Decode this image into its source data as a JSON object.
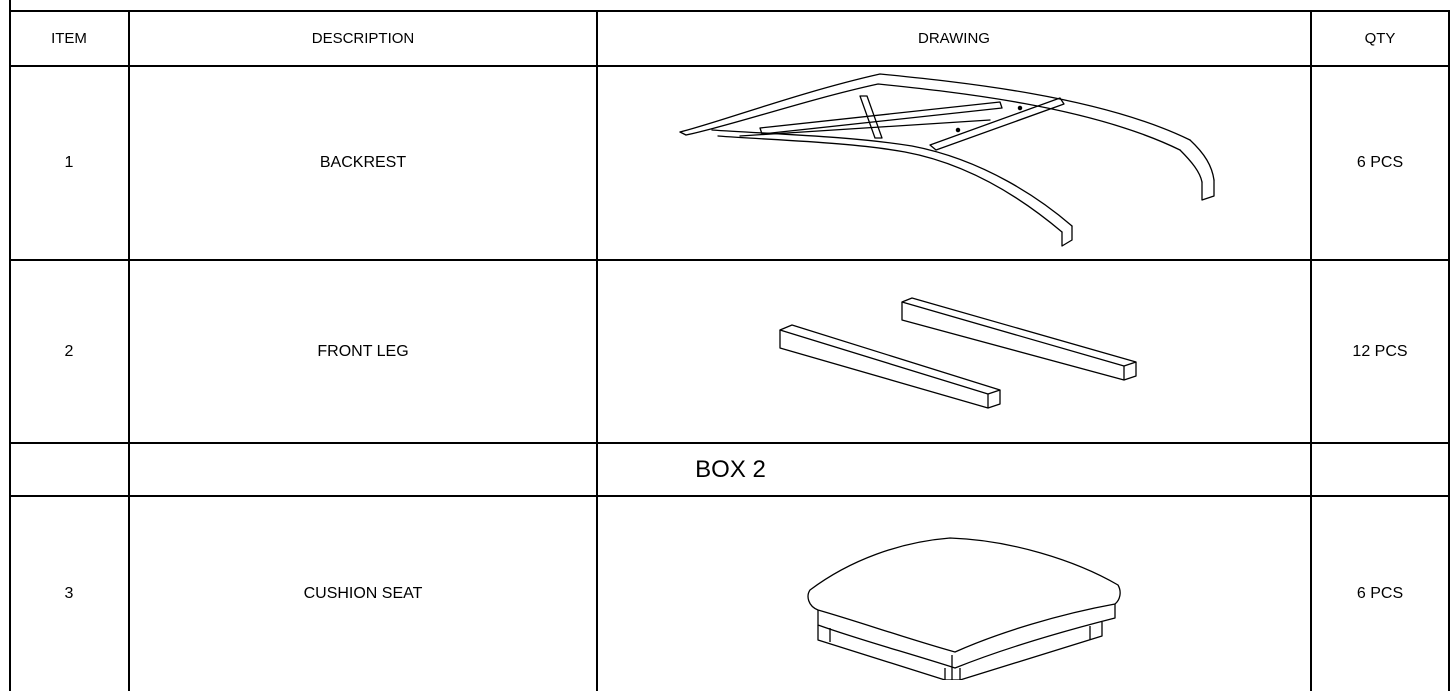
{
  "header": {
    "item": "ITEM",
    "description": "DESCRIPTION",
    "drawing": "DRAWING",
    "qty": "QTY"
  },
  "rows": [
    {
      "item": "1",
      "description": "BACKREST",
      "drawing_icon": "backrest-frame-icon",
      "qty": "6 PCS"
    },
    {
      "item": "2",
      "description": "FRONT LEG",
      "drawing_icon": "front-leg-pair-icon",
      "qty": "12 PCS"
    },
    {
      "section": "BOX 2"
    },
    {
      "item": "3",
      "description": "CUSHION SEAT",
      "drawing_icon": "cushion-seat-icon",
      "qty": "6 PCS"
    }
  ]
}
